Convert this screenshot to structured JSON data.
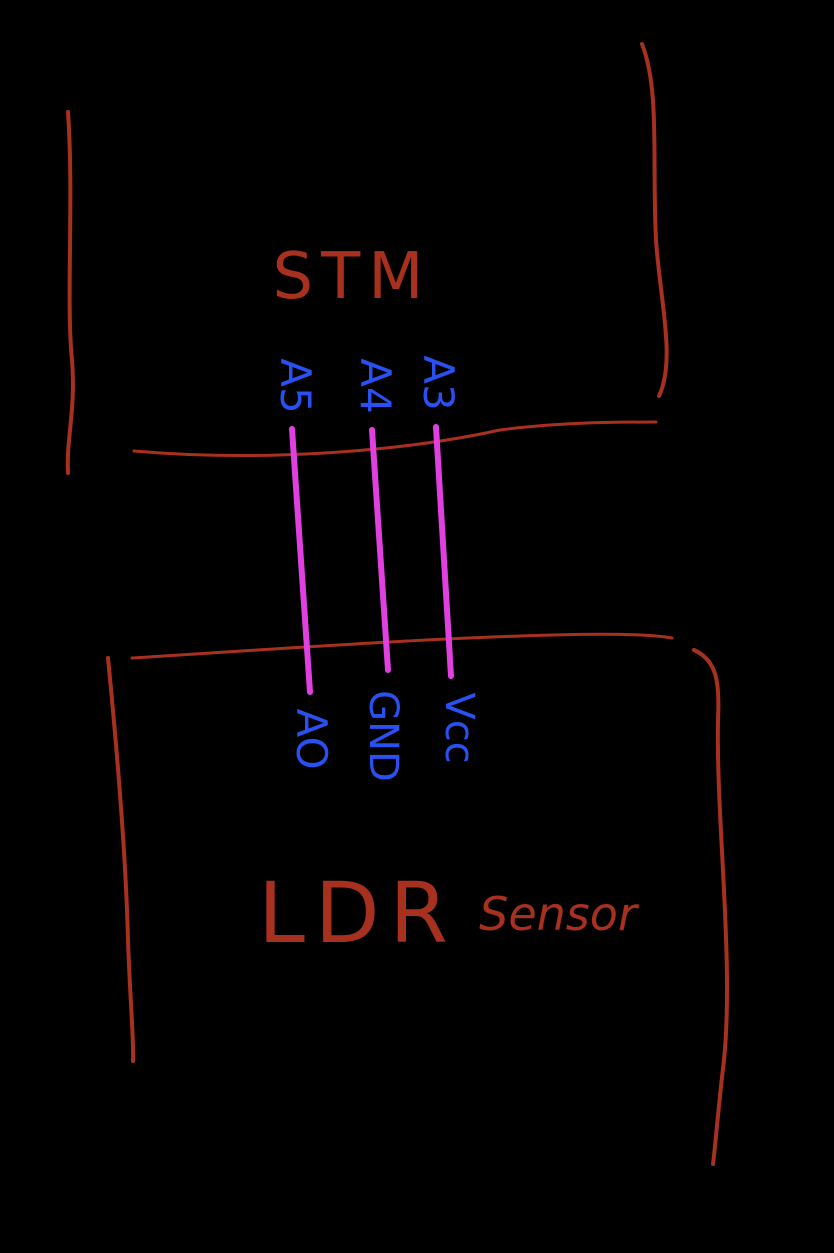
{
  "colors": {
    "background": "#000000",
    "outline": "#a8301f",
    "pin_label": "#2950f0",
    "wire": "#e040e0"
  },
  "top_block": {
    "title": "STM",
    "pins": [
      "A5",
      "A4",
      "A3"
    ]
  },
  "bottom_block": {
    "title": "LDR",
    "subtitle": "Sensor",
    "pins": [
      "AO",
      "GND",
      "Vcc"
    ]
  },
  "connections": [
    {
      "from": "A5",
      "to": "AO"
    },
    {
      "from": "A4",
      "to": "GND"
    },
    {
      "from": "A3",
      "to": "Vcc"
    }
  ]
}
